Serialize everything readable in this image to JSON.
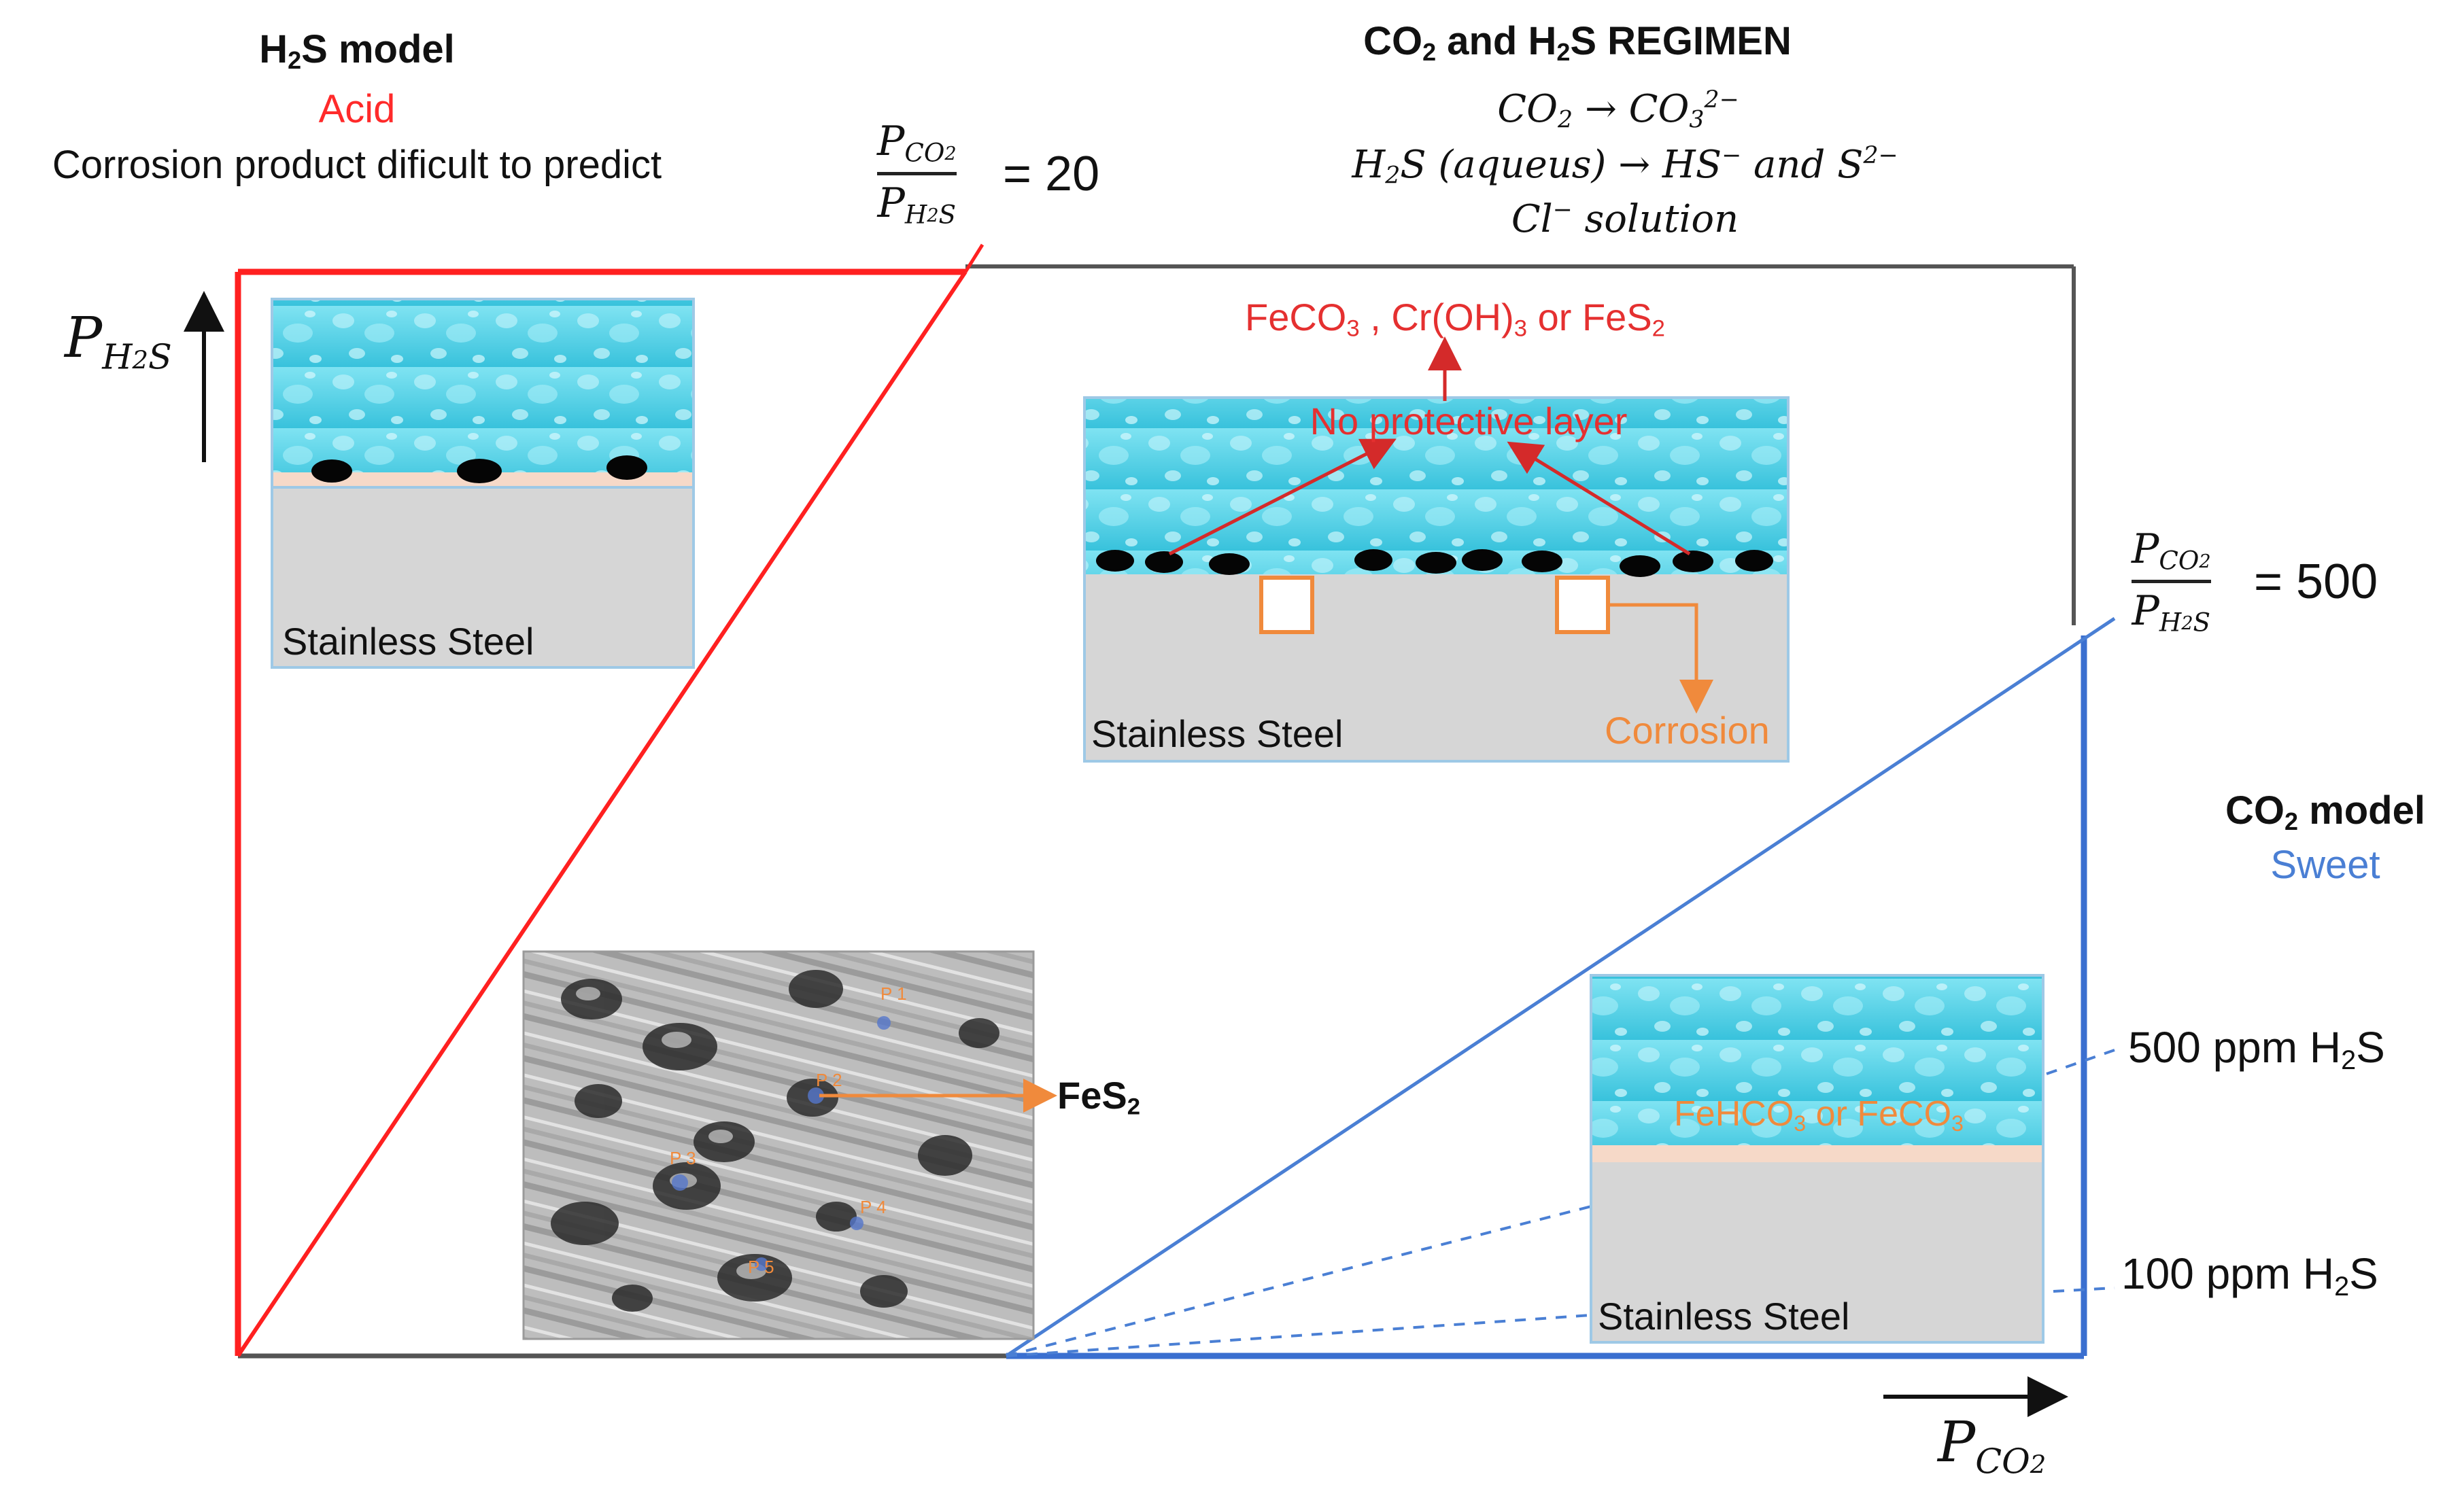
{
  "h2s_model": {
    "title_parts": [
      "H",
      "2",
      "S model"
    ],
    "type": "Acid",
    "description": "Corrosion product dificult to predict",
    "type_color": "#ff2a2a"
  },
  "regimen": {
    "title_parts": [
      "CO",
      "2",
      " and H",
      "2",
      "S REGIMEN"
    ],
    "line1": [
      "CO",
      "2",
      " → CO",
      "3",
      "2−"
    ],
    "line2": [
      "H",
      "2",
      "S (aqueus) →  HS",
      "−",
      " and S",
      "2−"
    ],
    "line3": [
      "Cl",
      "−",
      " solution"
    ]
  },
  "ratio_20": {
    "num": [
      "P",
      "CO",
      "2"
    ],
    "den": [
      "P",
      "H",
      "2",
      "S"
    ],
    "value": "= 20"
  },
  "ratio_500": {
    "num": [
      "P",
      "CO",
      "2"
    ],
    "den": [
      "P",
      "H",
      "2",
      "S"
    ],
    "value": "= 500"
  },
  "axes": {
    "y": [
      "P",
      "H",
      "2",
      "S"
    ],
    "x": [
      "P",
      "CO",
      "2"
    ]
  },
  "co2_model": {
    "title_parts": [
      "CO",
      "2",
      " model"
    ],
    "type": "Sweet",
    "type_color": "#4a7fd4"
  },
  "panel_left": {
    "substrate_label": "Stainless Steel"
  },
  "panel_center": {
    "products_parts": [
      "FeCO",
      "3",
      " , Cr(OH)",
      "3",
      " or FeS",
      "2"
    ],
    "no_layer": "No protective layer",
    "substrate_label": "Stainless Steel",
    "corrosion": "Corrosion"
  },
  "sem_image": {
    "callout_parts": [
      "FeS",
      "2"
    ],
    "markers": [
      "P 1",
      "P 2",
      "P 3",
      "P 4",
      "P 5"
    ]
  },
  "panel_right": {
    "product_parts": [
      "FeHCO",
      "3",
      " or FeCO",
      "3"
    ],
    "substrate_label": "Stainless Steel",
    "ppm_500": [
      "500 ppm H",
      "2",
      "S"
    ],
    "ppm_100": [
      "100 ppm H",
      "2",
      "S"
    ]
  },
  "colors": {
    "acid_boundary": "#ff2020",
    "sweet_boundary": "#3a6fd0",
    "frame": "#555555",
    "water": "#5fd6ea",
    "steel": "#d6d6d6",
    "interface": "#f6d9c8",
    "annotation_red": "#e53030",
    "annotation_orange": "#f08a3c"
  }
}
